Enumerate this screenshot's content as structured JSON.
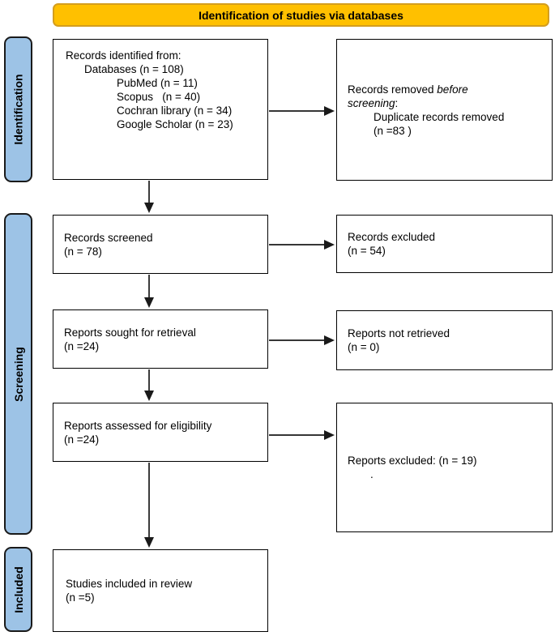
{
  "title_bar": {
    "label": "Identification of studies via databases"
  },
  "stages": {
    "identification": "Identification",
    "screening": "Screening",
    "included": "Included"
  },
  "boxes": {
    "records_identified": {
      "lines": [
        "Records identified from:",
        "Databases (n = 108)",
        "PubMed (n = 11)",
        "Scopus   (n = 40)",
        "Cochran library (n = 34)",
        "Google Scholar (n = 23)"
      ]
    },
    "records_removed": {
      "line1_normal": "Records removed ",
      "line1_italic": "before",
      "line2_italic": "screening",
      "line2_suffix": ":",
      "line3": "Duplicate records removed",
      "line4": "(n =83 )"
    },
    "records_screened": {
      "line1": "Records screened",
      "line2": "(n = 78)"
    },
    "records_excluded": {
      "line1": "Records excluded",
      "line2": "(n = 54)"
    },
    "reports_sought": {
      "line1": "Reports sought for retrieval",
      "line2": "(n =24)"
    },
    "reports_not_retrieved": {
      "line1": "Reports not retrieved",
      "line2": "(n = 0)"
    },
    "reports_assessed": {
      "line1": "Reports assessed for eligibility",
      "line2": "(n =24)"
    },
    "reports_excluded": {
      "line1": "Reports excluded: (n = 19)",
      "line2": "."
    },
    "studies_included": {
      "line1": "Studies included in review",
      "line2": "(n =5)"
    }
  },
  "colors": {
    "header_fill": "#FFC000",
    "header_border": "#D49E1E",
    "sidebar_fill": "#9DC3E6",
    "sidebar_border": "#1A1A1A",
    "box_border": "#000000",
    "arrow_color": "#1A1A1A",
    "background": "#FFFFFF"
  }
}
